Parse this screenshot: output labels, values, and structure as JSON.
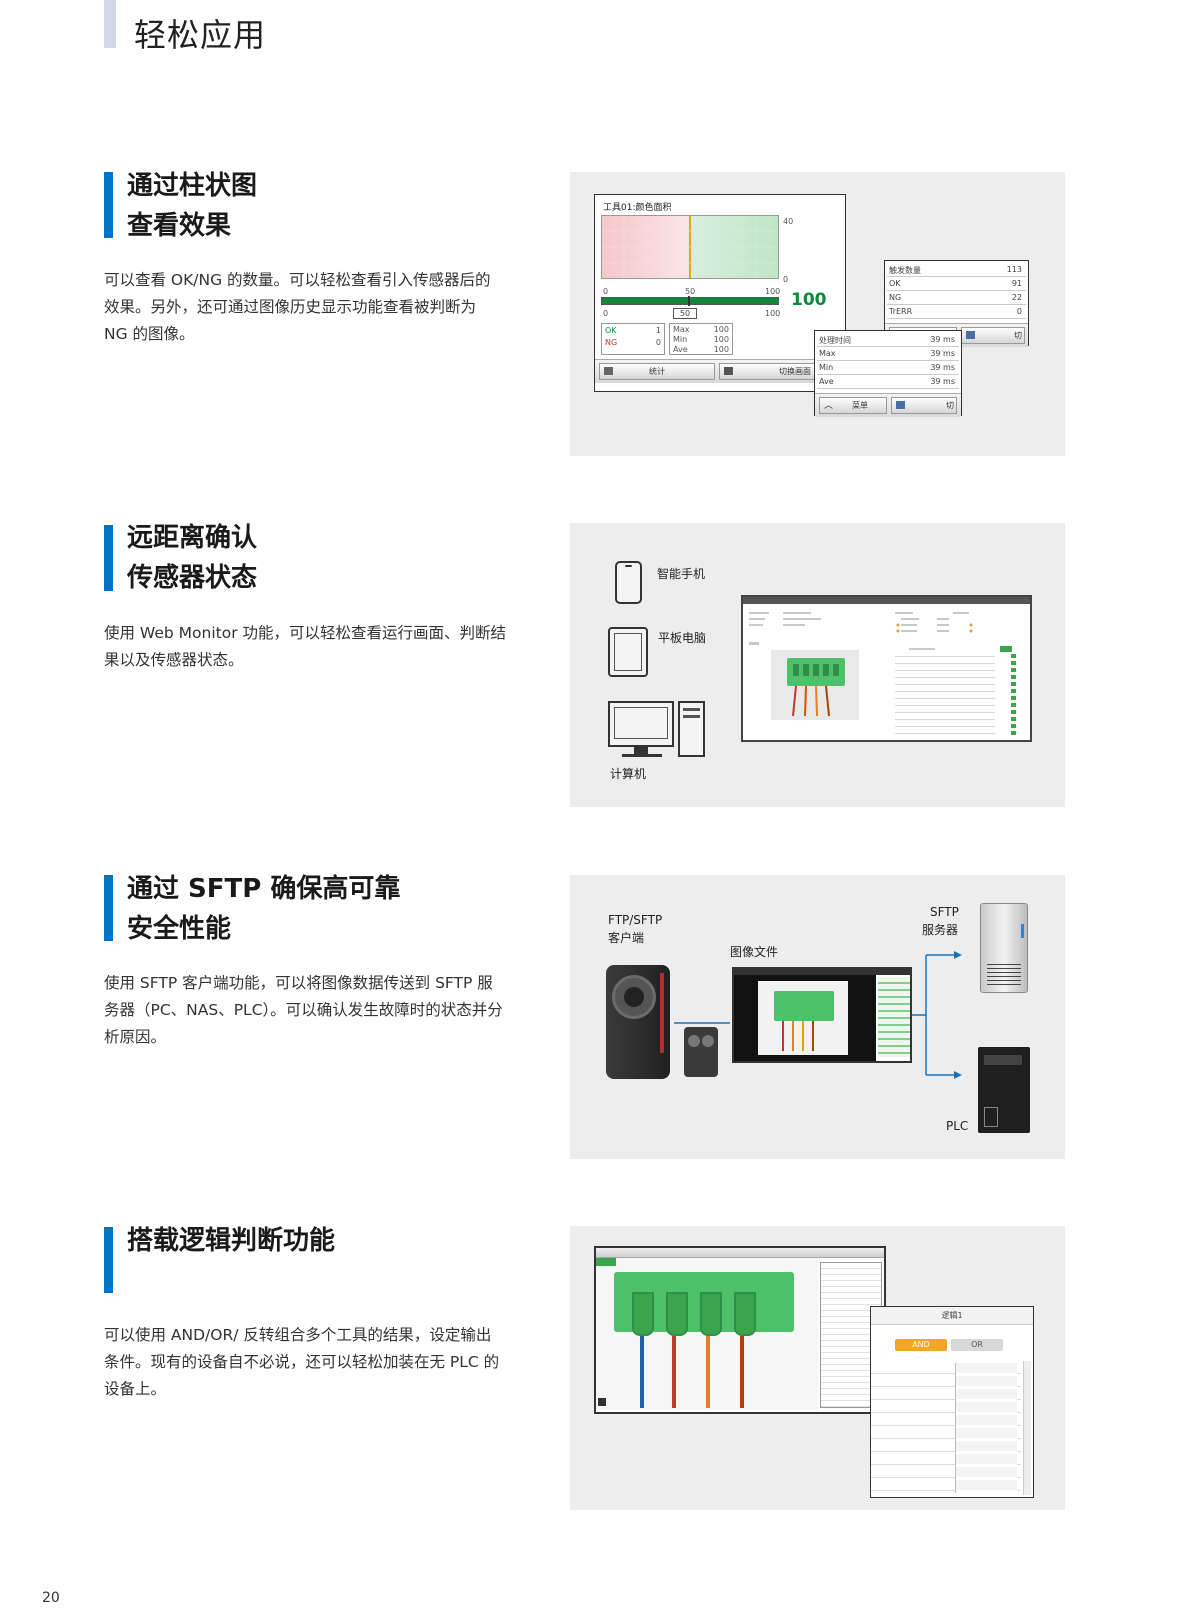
{
  "page": {
    "title": "轻松应用",
    "page_number": "20"
  },
  "sections": [
    {
      "heading": [
        "通过柱状图",
        "查看效果"
      ],
      "body": [
        "可以查看 OK/NG 的数量。可以轻松查看引入传感器后的",
        "效果。另外，还可通过图像历史显示功能查看被判断为",
        "NG 的图像。"
      ]
    },
    {
      "heading": [
        "远距离确认",
        "传感器状态"
      ],
      "body": [
        "使用 Web Monitor 功能，可以轻松查看运行画面、判断结",
        "果以及传感器状态。"
      ]
    },
    {
      "heading": [
        "通过 SFTP 确保高可靠",
        "安全性能"
      ],
      "body": [
        "使用 SFTP 客户端功能，可以将图像数据传送到 SFTP 服",
        "务器（PC、NAS、PLC）。可以确认发生故障时的状态并分",
        "析原因。"
      ]
    },
    {
      "heading": [
        "搭载逻辑判断功能"
      ],
      "body": [
        "可以使用 AND/OR/ 反转组合多个工具的结果，设定输出",
        "条件。现有的设备自不必说，还可以轻松加装在无 PLC 的",
        "设备上。"
      ]
    }
  ],
  "histogram_panel": {
    "window_title": "工具01:颜色面积",
    "axis_top": "40",
    "axis_zero": "0",
    "scale": [
      "0",
      "50",
      "100"
    ],
    "scale2": [
      "0",
      "100"
    ],
    "threshold": "50",
    "value": "100",
    "ok_label": "OK",
    "ng_label": "NG",
    "ok_count": "1",
    "ng_count": "0",
    "stats": [
      {
        "k": "Max",
        "v": "100"
      },
      {
        "k": "Min",
        "v": "100"
      },
      {
        "k": "Ave",
        "v": "100"
      }
    ],
    "btn_stats": "统计",
    "btn_switch": "切换画面",
    "counts_table": [
      {
        "k": "触发数量",
        "v": "113"
      },
      {
        "k": "OK",
        "v": "91"
      },
      {
        "k": "NG",
        "v": "22"
      },
      {
        "k": "TrERR",
        "v": "0"
      }
    ],
    "menu_label": "菜单",
    "time_table": [
      {
        "k": "处理时间",
        "v": "39 ms"
      },
      {
        "k": "Max",
        "v": "39 ms"
      },
      {
        "k": "Min",
        "v": "39 ms"
      },
      {
        "k": "Ave",
        "v": "39 ms"
      }
    ],
    "menu_label2": "菜单",
    "switch_short": "切"
  },
  "monitor_panel": {
    "smartphone": "智能手机",
    "tablet": "平板电脑",
    "computer": "计算机"
  },
  "sftp_panel": {
    "client_line1": "FTP/SFTP",
    "client_line2": "客户端",
    "image_file": "图像文件",
    "server_line1": "SFTP",
    "server_line2": "服务器",
    "plc": "PLC"
  },
  "logic_panel": {
    "dialog_title": "逻辑1",
    "and_label": "AND",
    "or_label": "OR"
  },
  "colors": {
    "accent": "#0073c6",
    "title_bar": "#d6d7e6",
    "panel_bg": "#ededee",
    "ok_green": "#0a8a3a",
    "connector_green": "#4fc06a"
  }
}
